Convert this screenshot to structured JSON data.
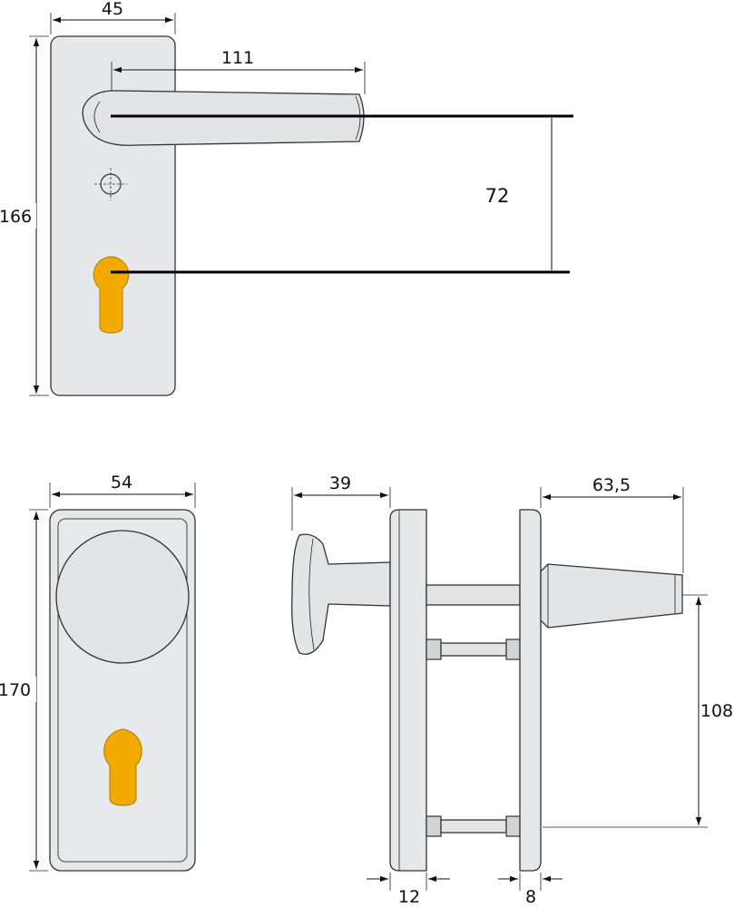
{
  "diagram": {
    "colors": {
      "plate": "#e6e7e8",
      "cylinder": "#f2a900",
      "line": "#111111"
    },
    "labels": {
      "plate1_width": "45",
      "plate1_height": "166",
      "handle_length": "111",
      "handle_to_cylinder": "72",
      "plate2_width": "54",
      "plate2_height": "170",
      "knob_projection": "39",
      "lever_projection": "63,5",
      "lever_height": "108",
      "plate_thickness_knob": "12",
      "plate_thickness_lever": "8"
    }
  }
}
